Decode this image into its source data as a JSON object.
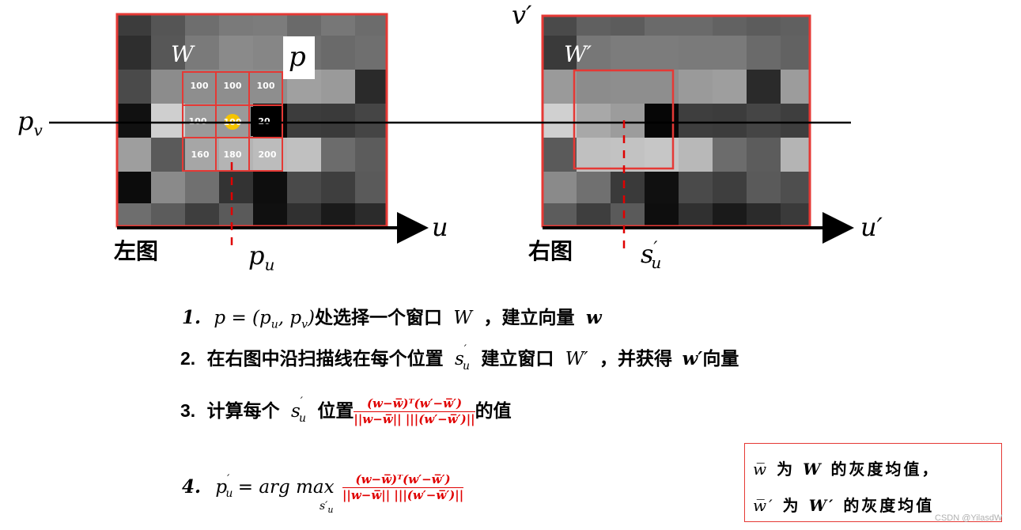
{
  "left_image": {
    "caption": "左图",
    "window_label": "W",
    "point_label": "p",
    "pixel_values": [
      "100",
      "100",
      "100",
      "100",
      "100",
      "20",
      "160",
      "180",
      "200"
    ],
    "axis_u": "u",
    "axis_pv": "p",
    "axis_pv_sub": "v",
    "pu": "p",
    "pu_sub": "u"
  },
  "right_image": {
    "caption": "右图",
    "window_label": "W′",
    "axis_v": "v′",
    "axis_u": "u′",
    "su": "s",
    "su_sup": "′",
    "su_sub": "u"
  },
  "steps": [
    {
      "num": "1.",
      "math": "p = (p",
      "m_sub1": "u",
      "m_mid": ", p",
      "m_sub2": "v",
      "m_end": ")",
      "text1": "处选择一个窗口",
      "w": "W",
      "text2": "，建立向量",
      "vec": "w"
    },
    {
      "num": "2.",
      "text1": "在右图中沿扫描线在每个位置",
      "s": "s",
      "s_sup": "′",
      "s_sub": "u",
      "text2": "建立窗口",
      "w": "W′",
      "text3": "，并获得",
      "vec": "w′",
      "text4": "向量"
    },
    {
      "num": "3.",
      "text1": "计算每个",
      "s": "s",
      "s_sup": "′",
      "s_sub": "u",
      "text2": "位置",
      "frac_top": "(w−w̅)ᵀ(w′−w̅′)",
      "frac_bot": "||w−w̅|| |||(w′−w̅′)||",
      "text3": "的值"
    },
    {
      "num": "4.",
      "lhs": "p",
      "lhs_sup": "′",
      "lhs_sub": "u",
      "eq": "= arg max",
      "max_sub": "s′",
      "max_subsub": "u",
      "frac_top": "(w−w̅)ᵀ(w′−w̅′)",
      "frac_bot": "||w−w̅|| |||(w′−w̅′)||"
    }
  ],
  "legend": {
    "line1_sym": "w̅",
    "line1_text1": "为",
    "line1_w": "W",
    "line1_text2": "的灰度均值，",
    "line2_sym": "w̅′",
    "line2_text1": "为",
    "line2_w": "W′",
    "line2_text2": "的灰度均值"
  },
  "watermark": "CSDN @YilasdW",
  "colors": {
    "accent_red": "#e00000",
    "frame_red": "#e53935",
    "highlight": "#f5c400"
  }
}
